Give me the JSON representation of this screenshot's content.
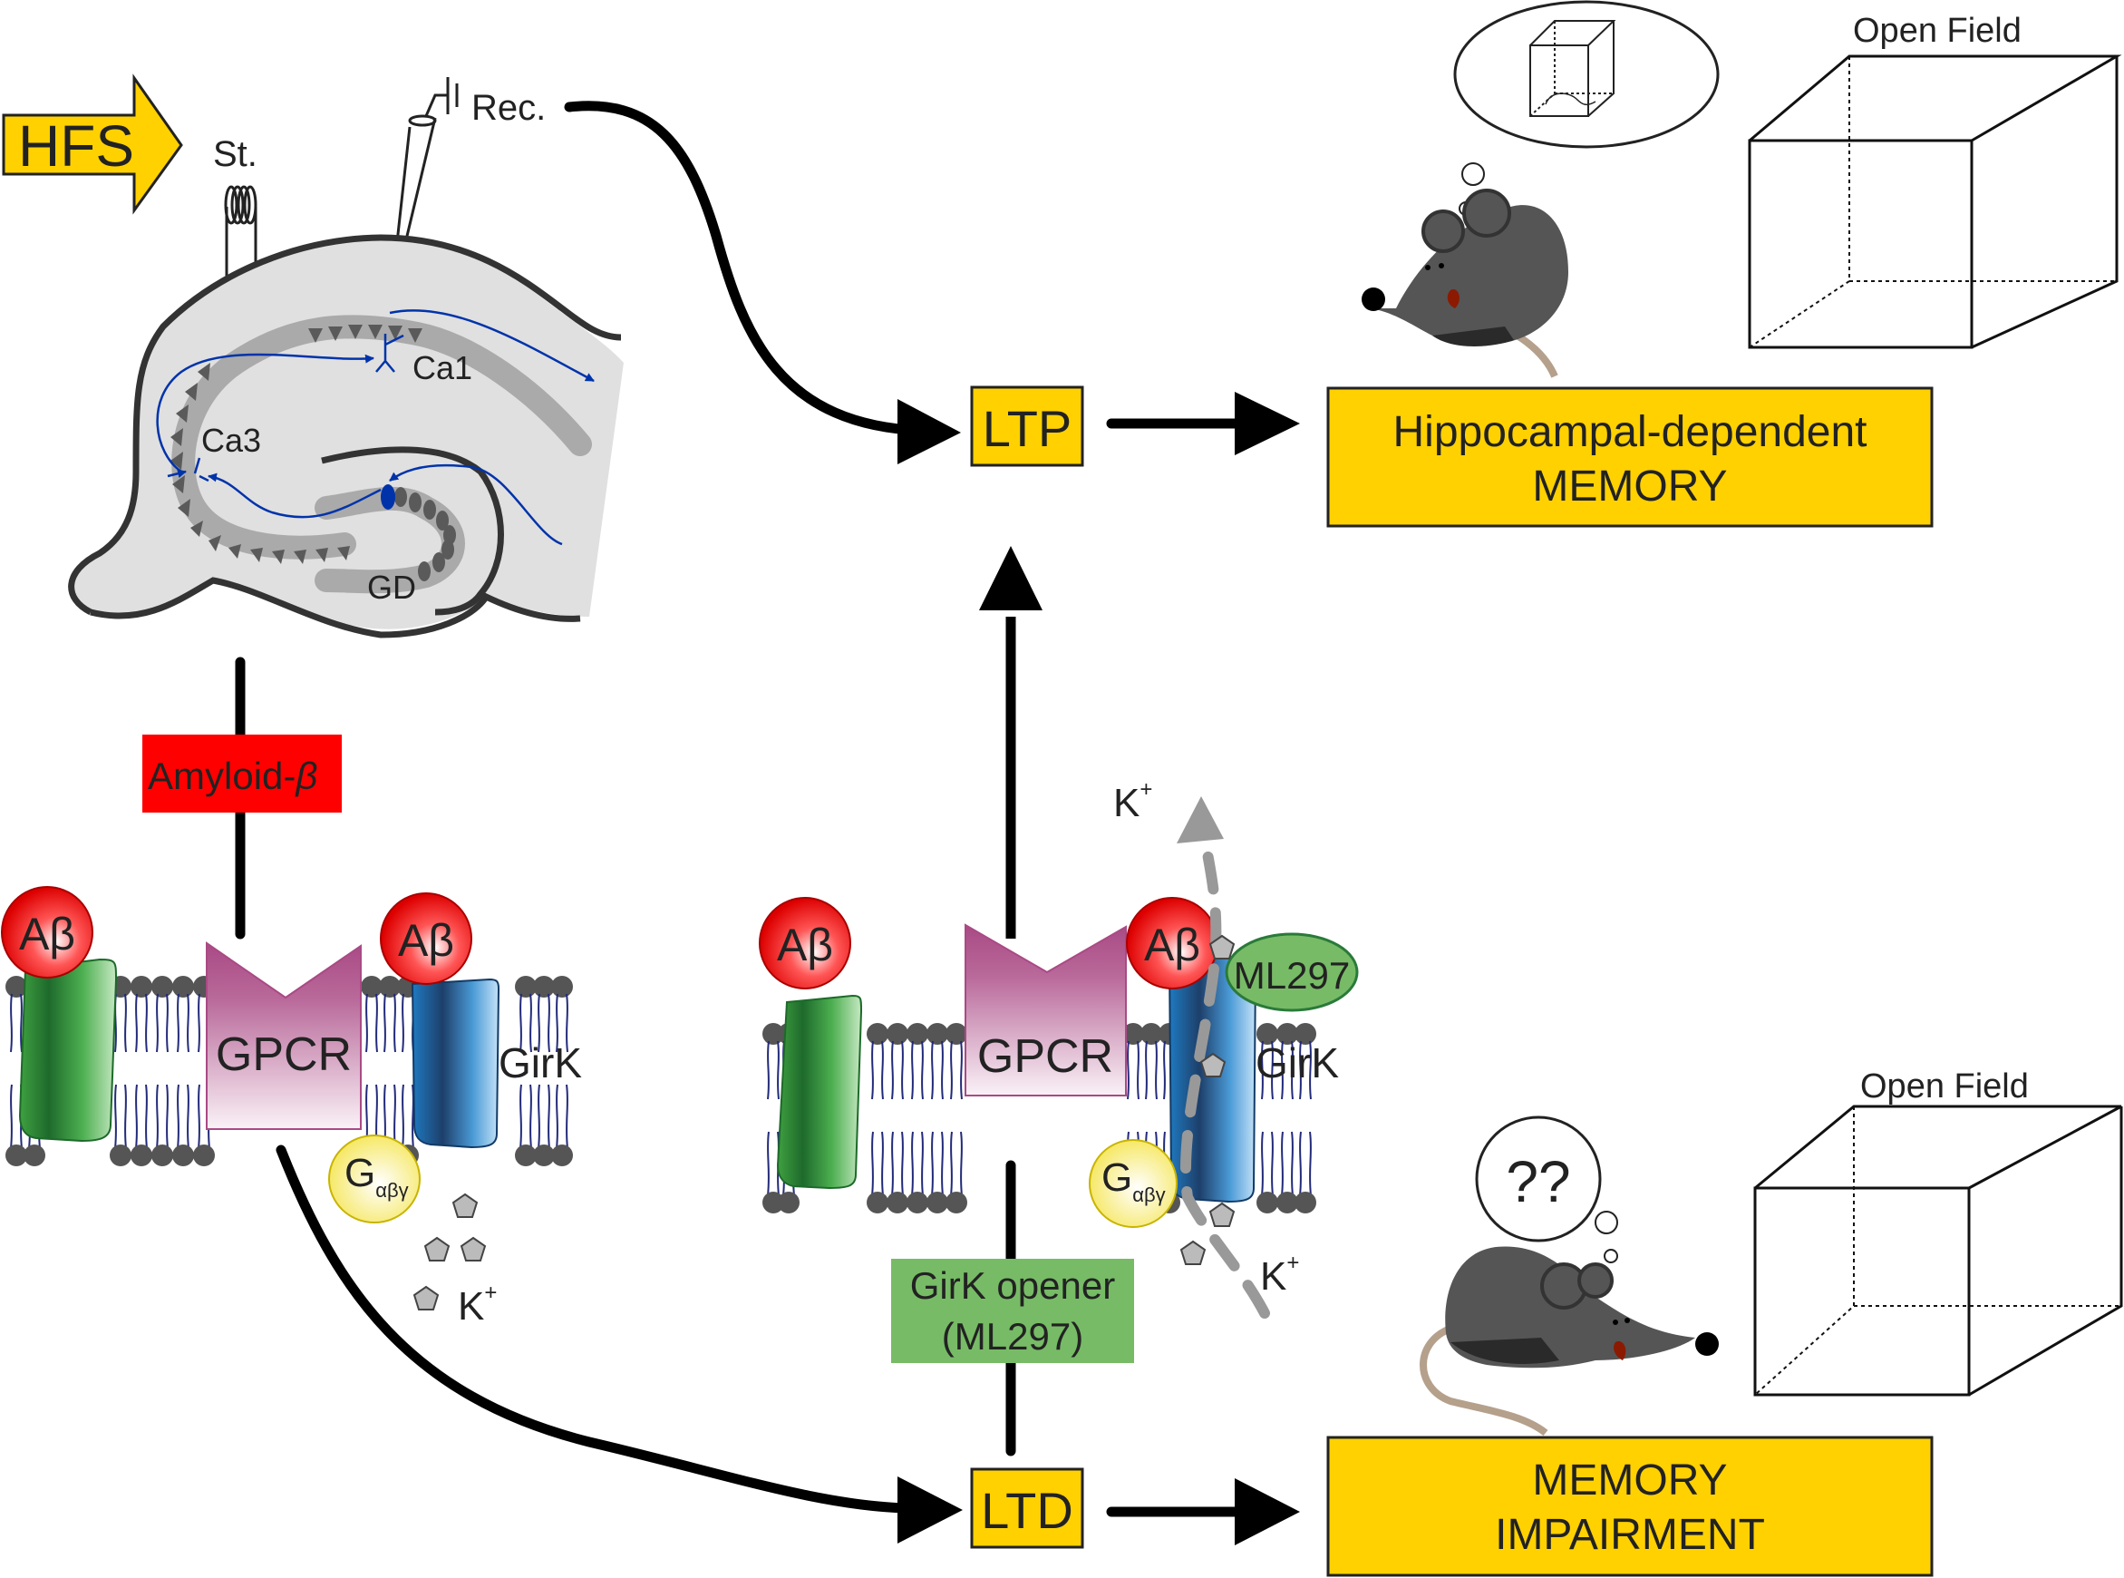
{
  "stimulation": {
    "hfs_label": "HFS",
    "stimulating_electrode_label": "St.",
    "recording_electrode_label": "Rec."
  },
  "hippocampus": {
    "ca1_label": "Ca1",
    "ca3_label": "Ca3",
    "gd_label": "GD"
  },
  "plasticity": {
    "ltp_label": "LTP",
    "ltd_label": "LTD"
  },
  "outcomes": {
    "memory_line1": "Hippocampal-dependent",
    "memory_line2": "MEMORY",
    "impairment_line1": "MEMORY",
    "impairment_line2": "IMPAIRMENT"
  },
  "behavior": {
    "open_field_top": "Open Field",
    "open_field_bottom": "Open Field",
    "confused_thought": "??"
  },
  "treatments": {
    "amyloid_label": "Amyloid-",
    "amyloid_beta_symbol": "β",
    "girk_opener_line1": "GirK opener",
    "girk_opener_line2": "(ML297)"
  },
  "membrane_left": {
    "abeta_1": "Aβ",
    "abeta_2": "Aβ",
    "gpcr_label": "GPCR",
    "girk_label": "GirK",
    "g_protein": "G",
    "g_protein_sub": "αβγ",
    "k_ion": "K",
    "k_charge": "+"
  },
  "membrane_right": {
    "abeta_1": "Aβ",
    "abeta_2": "Aβ",
    "gpcr_label": "GPCR",
    "girk_label": "GirK",
    "ml297_label": "ML297",
    "g_protein": "G",
    "g_protein_sub": "αβγ",
    "k_ion_out": "K",
    "k_ion_in": "K",
    "k_charge": "+"
  },
  "colors": {
    "yellow_box": "#FFD100",
    "amyloid_red": "#FF0000",
    "opener_green": "#77BB66",
    "gpcr_purple": "#A94A85",
    "girk_blue": "#2A7FC0",
    "receptor_green": "#4CAF50",
    "axon_blue": "#0033AA"
  }
}
